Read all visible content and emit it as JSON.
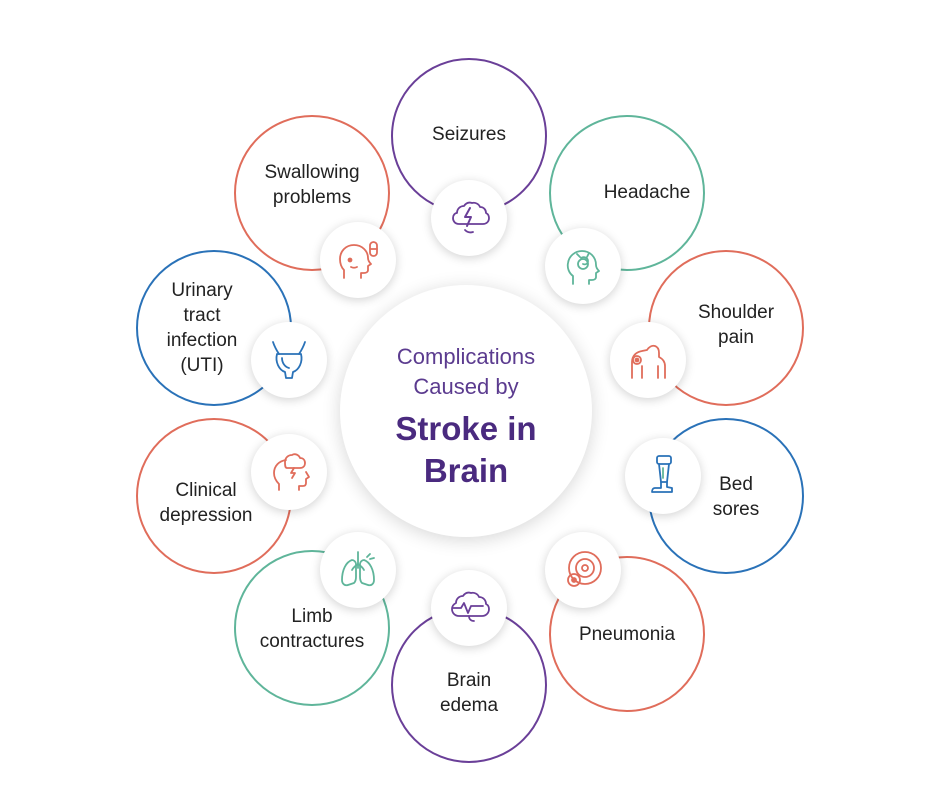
{
  "center": {
    "line1": "Complications",
    "line2": "Caused by",
    "line3": "Stroke in",
    "line4": "Brain"
  },
  "items": [
    {
      "id": "seizures",
      "lines": [
        "Seizures"
      ],
      "color": "#6a3f98",
      "icon": "brain-lightning-icon"
    },
    {
      "id": "headache",
      "lines": [
        "Headache"
      ],
      "color": "#5fb59a",
      "icon": "head-pain-icon"
    },
    {
      "id": "shoulder-pain",
      "lines": [
        "Shoulder",
        "pain"
      ],
      "color": "#e06d5b",
      "icon": "shoulder-pain-icon"
    },
    {
      "id": "bed-sores",
      "lines": [
        "Bed",
        "sores"
      ],
      "color": "#2a72b8",
      "icon": "prosthetic-leg-icon"
    },
    {
      "id": "pneumonia",
      "lines": [
        "Pneumonia"
      ],
      "color": "#e06d5b",
      "icon": "target-circle-icon"
    },
    {
      "id": "brain-edema",
      "lines": [
        "Brain",
        "edema"
      ],
      "color": "#6a3f98",
      "icon": "brain-pulse-icon"
    },
    {
      "id": "limb-contractures",
      "lines": [
        "Limb",
        "contractures"
      ],
      "color": "#5fb59a",
      "icon": "lungs-icon"
    },
    {
      "id": "clinical-depression",
      "lines": [
        "Clinical",
        "depression"
      ],
      "color": "#e06d5b",
      "icon": "head-storm-icon"
    },
    {
      "id": "uti",
      "lines": [
        "Urinary",
        "tract",
        "infection",
        "(UTI)"
      ],
      "color": "#2a72b8",
      "icon": "bladder-icon"
    },
    {
      "id": "swallowing-problems",
      "lines": [
        "Swallowing",
        "problems"
      ],
      "color": "#e06d5b",
      "icon": "head-pill-icon"
    }
  ]
}
